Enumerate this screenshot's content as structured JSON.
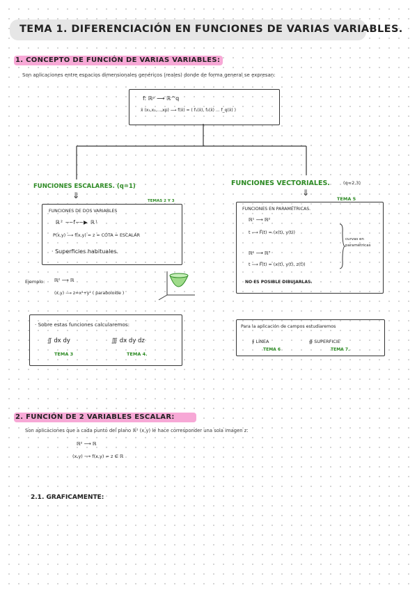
{
  "title": "TEMA 1. DIFERENCIACIÓN EN FUNCIONES DE VARIAS VARIABLES.",
  "section1": {
    "heading": "1. CONCEPTO DE FUNCIÓN DE VARIAS VARIABLES:",
    "intro": "Son aplicaciones entre espacios dimensionales genéricos (reales) donde de forma general se expresan:",
    "top_box": {
      "line1": "f: ℝᵖ ⟶ ℝ^q",
      "line2": "x̄ (x₁,x₂,...,xp) ⟶ f(x̄) = ( f₁(x̄), f₂(x̄) ... f_q(x̄) )"
    },
    "scalar": {
      "heading": "FUNCIONES ESCALARES. (q=1)",
      "arrow": "⇓",
      "tema_tag": "TEMAS 2 Y 3",
      "box_title": "FUNCIONES DE DOS VARIABLES",
      "map_line": "ℝ²  ──f──▶  ℝ¹",
      "point_line": "P(x,y) ⟶ f(x,y) = z = COTA = ESCALAR",
      "surfaces": "· Superficies habituales.",
      "example_label": "Ejemplo:",
      "example_map": "ℝ² ⟶ ℝ",
      "example_func": "(x,y) ⟶ z=x²+y² ( paraboloide )",
      "calc_title": "· Sobre estas funciones calcularemos:",
      "integral_double": "∬ dx dy",
      "integral_triple": "∭ dx dy dz",
      "tema3": "TEMA 3",
      "tema4": "TEMA 4."
    },
    "vector": {
      "heading": "FUNCIONES VECTORIALES.",
      "q": "(q=2,3)",
      "arrow": "⇓",
      "tema_tag": "TEMA 5",
      "box_title": "FUNCIONES EN PARAMÉTRICAS.",
      "map1": "ℝ¹ ⟶ ℝ²",
      "map1_t": "t ⟶ F⃗(t) = (x(t), y(t))",
      "map2": "ℝ¹ ⟶ ℝ³",
      "map2_t": "t ⟶ F⃗(t) = (x(t), y(t), z(t))",
      "curves": "curvas en paramétricas",
      "not_possible": "NO ES POSIBLE DIBUJARLAS.",
      "fields_title": "Para la aplicación de campos estudiaremos",
      "line_integral": "∮ LÍNEA",
      "surface_integral": "∯ SUPERFICIE",
      "tema6": "TEMA 6",
      "tema7": "TEMA 7."
    }
  },
  "section2": {
    "heading": "2. FUNCIÓN DE 2 VARIABLES ESCALAR:",
    "intro": "Son aplicaciones que a cada punto del plano ℝ² (x,y) le hace corresponder una sola imagen z:",
    "map_line": "ℝ² ⟶ ℝ",
    "point_line": "(x,y) ⟶ f(x,y) = z ∈ ℝ",
    "sub_heading": "2.1. GRAFICAMENTE:"
  }
}
